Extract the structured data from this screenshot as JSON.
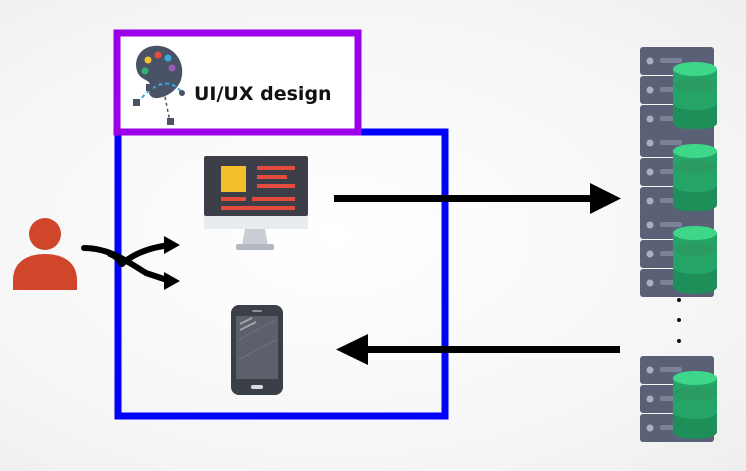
{
  "design_box": {
    "label": "UI/UX design",
    "border_color": "#9b00e8",
    "icon": "palette-bezier-icon"
  },
  "app_box": {
    "border_color": "#0000ff"
  },
  "user": {
    "icon": "user-icon",
    "color": "#d0462b"
  },
  "clients": {
    "desktop_icon": "desktop-monitor-icon",
    "mobile_icon": "smartphone-icon",
    "shuffle_icon": "shuffle-arrows-icon"
  },
  "arrows": {
    "request_direction": "right",
    "response_direction": "left",
    "color": "#000000"
  },
  "servers": {
    "icon": "server-database-icon",
    "rack_color": "#5a6177",
    "db_color": "#2bb673",
    "ellipsis": "·\n·\n·"
  }
}
